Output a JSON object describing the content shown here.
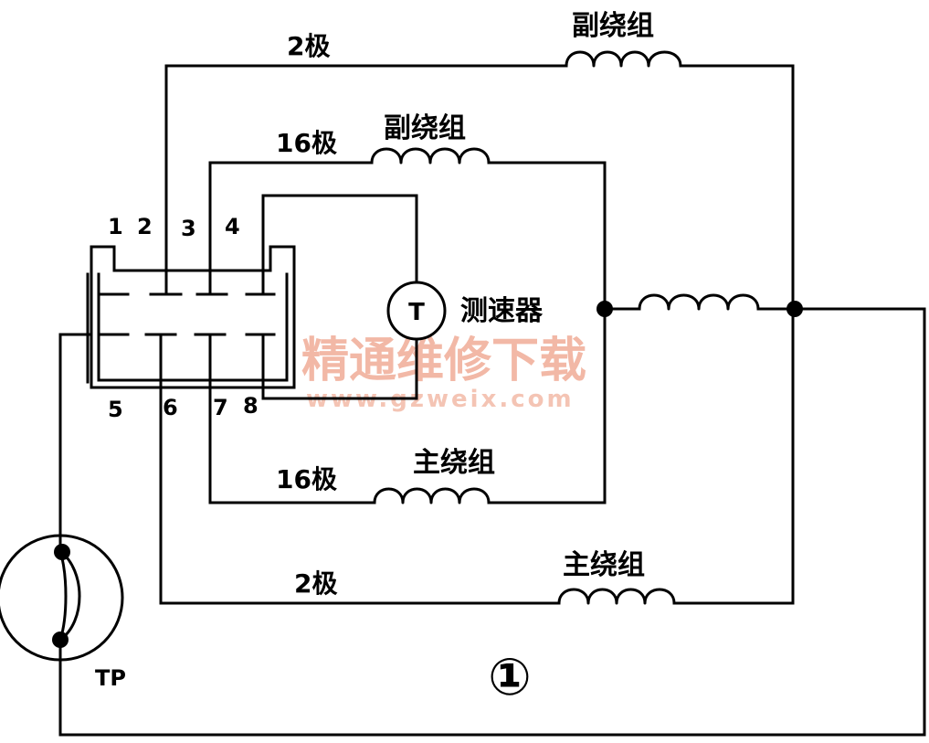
{
  "windings": {
    "aux_2pole": {
      "pole_label": "2极",
      "name": "副绕组"
    },
    "aux_16pole": {
      "pole_label": "16极",
      "name": "副绕组"
    },
    "main_16pole": {
      "pole_label": "16极",
      "name": "主绕组"
    },
    "main_2pole": {
      "pole_label": "2极",
      "name": "主绕组"
    }
  },
  "tachometer": {
    "symbol": "T",
    "label": "测速器"
  },
  "connector": {
    "top_pins": [
      "1",
      "2",
      "3",
      "4"
    ],
    "bottom_pins": [
      "5",
      "6",
      "7",
      "8"
    ]
  },
  "protector": {
    "label": "TP"
  },
  "figure_number": "①",
  "watermark": {
    "title": "精通维修下载",
    "url": "www.gzweix.com"
  }
}
